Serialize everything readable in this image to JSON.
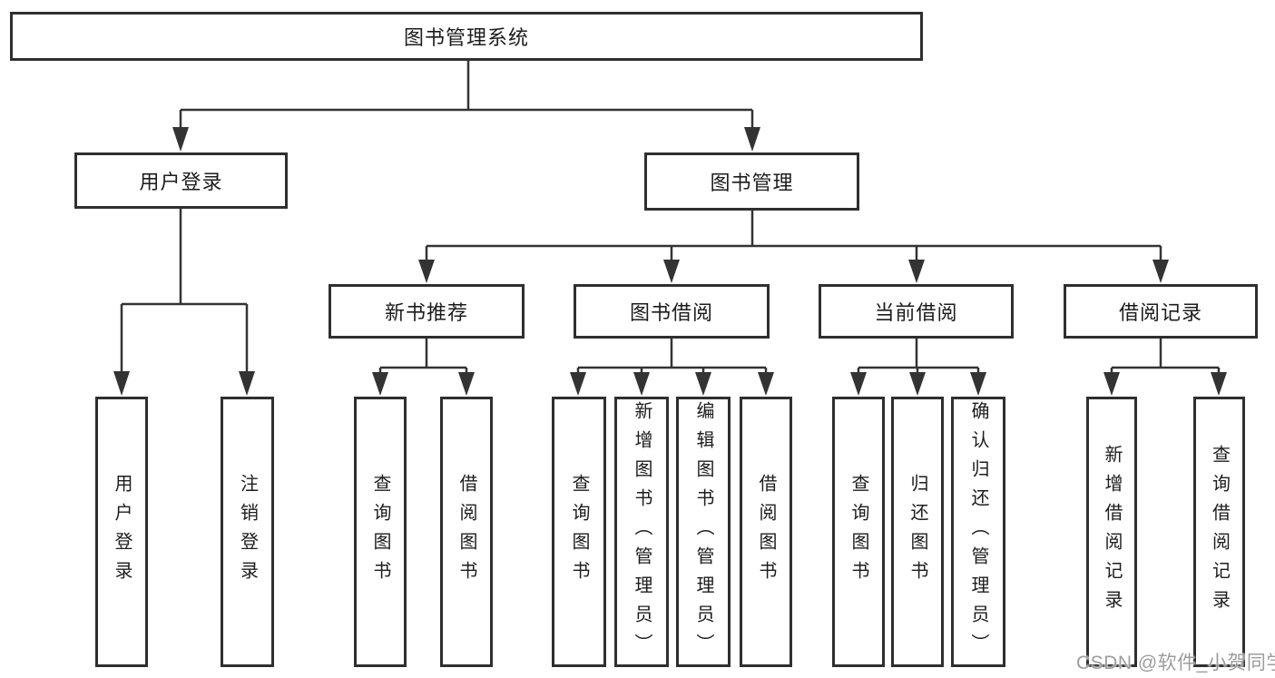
{
  "tree": {
    "label": "图书管理系统",
    "children": [
      {
        "label": "用户登录",
        "children": [
          {
            "label": "用户登录"
          },
          {
            "label": "注销登录"
          }
        ]
      },
      {
        "label": "图书管理",
        "children": [
          {
            "label": "新书推荐",
            "children": [
              {
                "label": "查询图书"
              },
              {
                "label": "借阅图书"
              }
            ]
          },
          {
            "label": "图书借阅",
            "children": [
              {
                "label": "查询图书"
              },
              {
                "label": "新增图书（管理员）"
              },
              {
                "label": "编辑图书（管理员）"
              },
              {
                "label": "借阅图书"
              }
            ]
          },
          {
            "label": "当前借阅",
            "children": [
              {
                "label": "查询图书"
              },
              {
                "label": "归还图书"
              },
              {
                "label": "确认归还（管理员）"
              }
            ]
          },
          {
            "label": "借阅记录",
            "children": [
              {
                "label": "新增借阅记录"
              },
              {
                "label": "查询借阅记录"
              }
            ]
          }
        ]
      }
    ]
  },
  "watermark": {
    "text": "CSDN @软件_小贺同学"
  },
  "colors": {
    "line": "#333333",
    "box_border": "#2f2f2f",
    "text": "#1c1c1c",
    "watermark": "#9d9d9d",
    "background": "#ffffff"
  }
}
